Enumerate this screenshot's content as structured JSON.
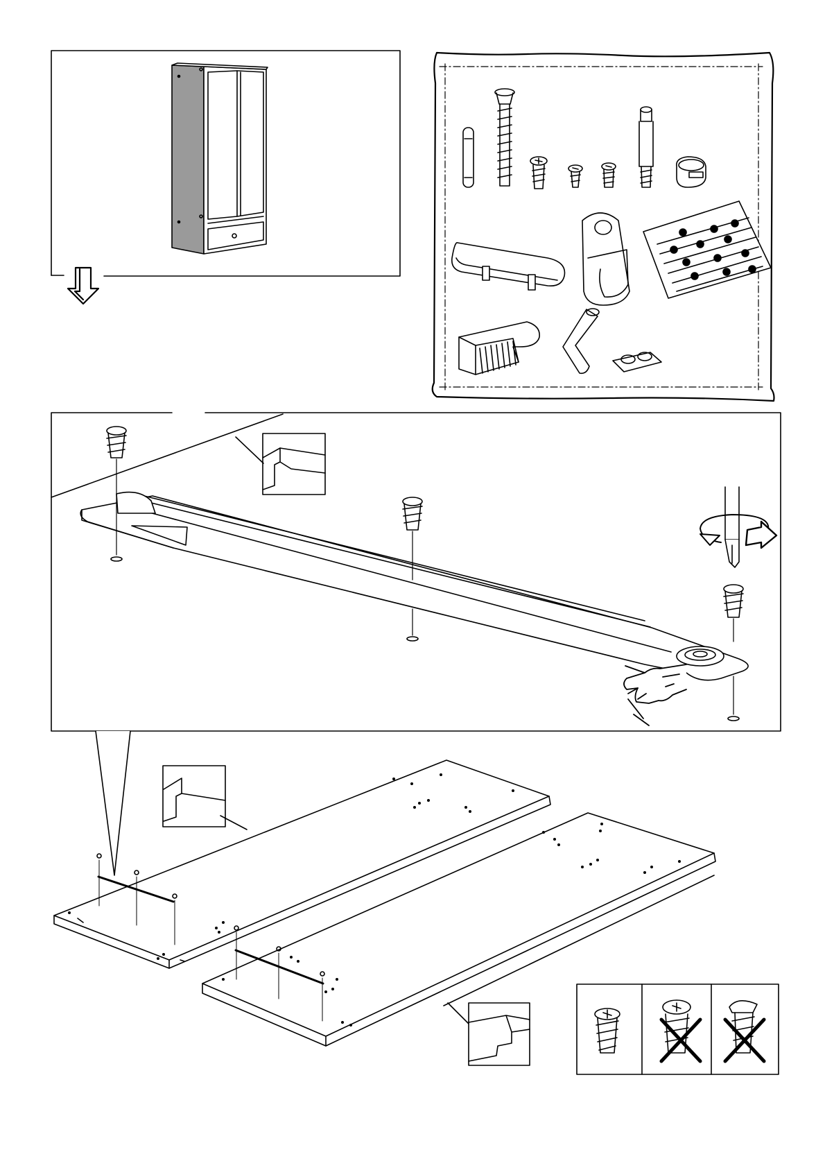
{
  "page": {
    "kind": "assembly-instruction-page",
    "ink_color": "#000000",
    "panel_shade": "#9a9a9a",
    "background": "#ffffff"
  },
  "overview_panel": {
    "subject": "wardrobe-with-sliding-doors-and-drawer"
  },
  "parts_bag": {
    "items": [
      "wooden-dowel",
      "long-connector-bolt",
      "large-screw",
      "small-screw",
      "cam-lock-screw",
      "cam-lock-bolt",
      "cam-lock-nut",
      "handle",
      "rail-bracket",
      "nail-bag",
      "door-stopper",
      "allen-key",
      "rubber-bumpers"
    ]
  },
  "detail_panel": {
    "subject": "sliding-door-track",
    "icons": [
      "rotate-arrow-icon",
      "screwdriver-icon",
      "pointing-hand-icon"
    ]
  },
  "screw_legend": {
    "items": [
      {
        "id": "correct-screw",
        "status": "ok"
      },
      {
        "id": "wrong-screw-1",
        "status": "not-allowed"
      },
      {
        "id": "wrong-screw-2",
        "status": "not-allowed"
      }
    ]
  }
}
